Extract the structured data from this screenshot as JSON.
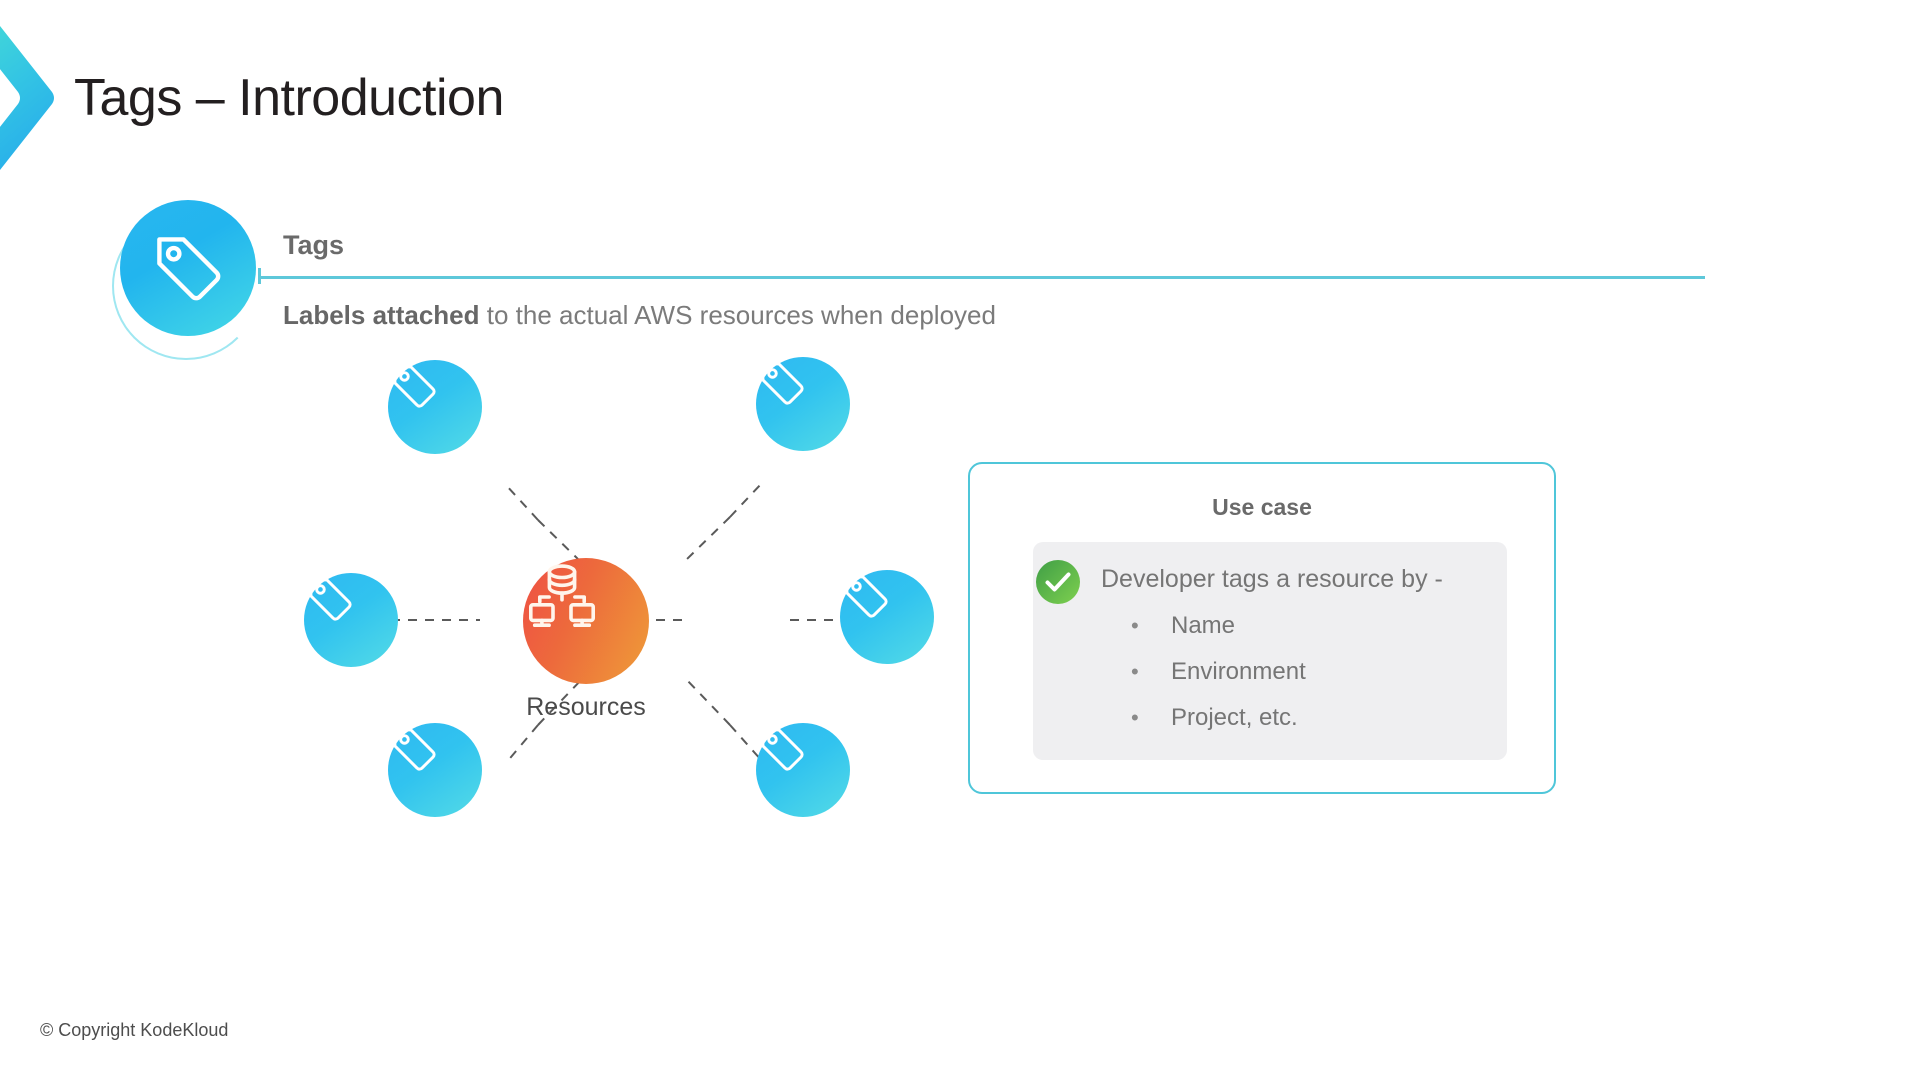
{
  "slide": {
    "title": "Tags – Introduction",
    "footer": "© Copyright KodeKloud",
    "accent_teal": "#4fc6d9",
    "accent_blue": "#2fb9f2",
    "accent_orange": "#ee7a3c",
    "accent_green": "#4cae4f"
  },
  "intro": {
    "badge_icon": "tag-icon",
    "heading": "Tags",
    "subtitle_bold": "Labels attached",
    "subtitle_rest": " to the actual AWS resources when deployed"
  },
  "diagram": {
    "center_icon": "database-servers-icon",
    "center_label": "Resources",
    "node_icon": "tag-icon",
    "node_count": 6,
    "connector_style": "dashed"
  },
  "usecase": {
    "title": "Use case",
    "check_icon": "check-circle-icon",
    "lead": "Developer tags a resource by -",
    "bullet_glyph": "•",
    "items": [
      "Name",
      "Environment",
      "Project, etc."
    ]
  }
}
